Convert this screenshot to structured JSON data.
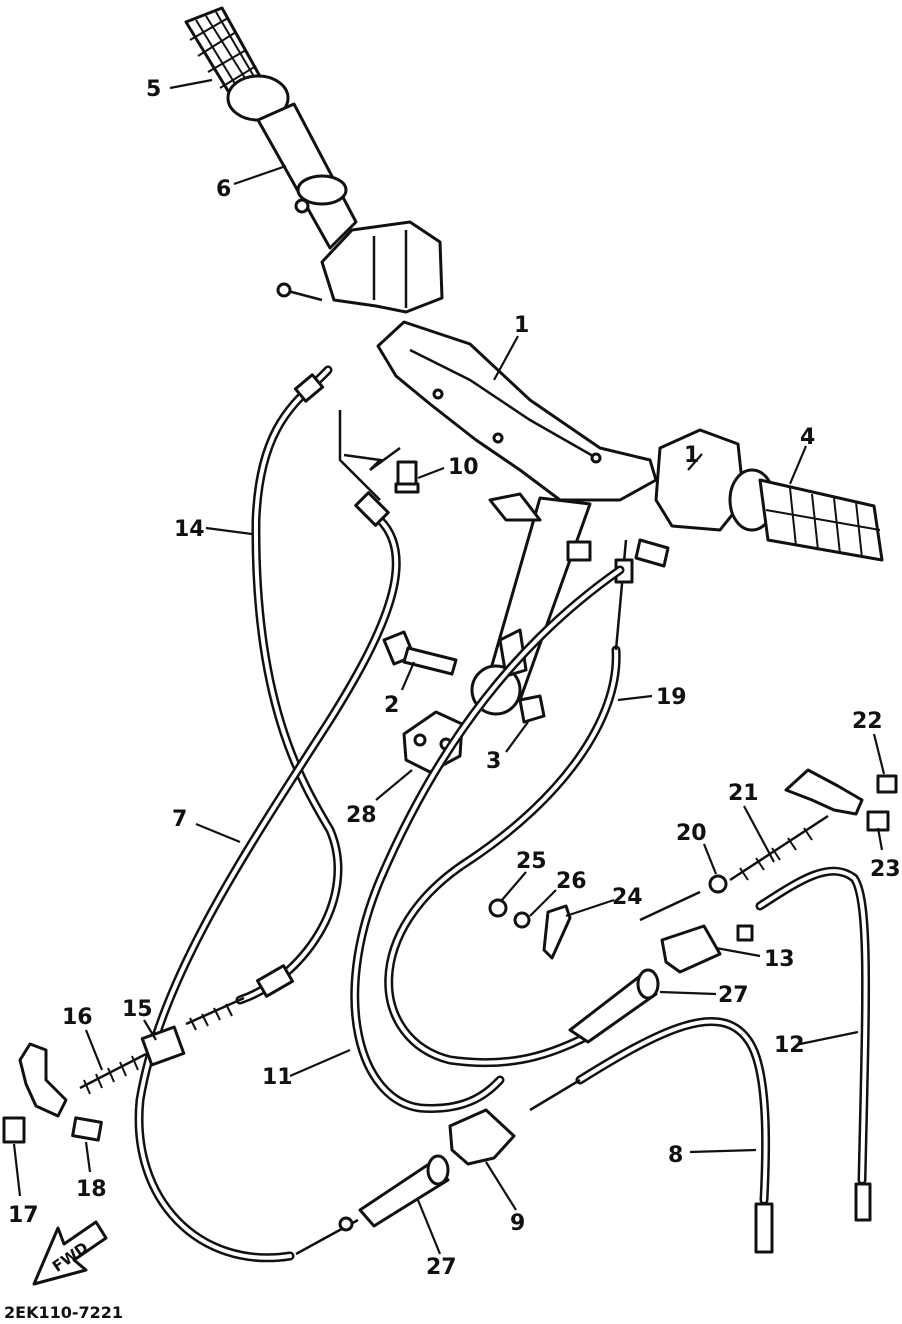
{
  "diagram": {
    "drawing_code": "2EK110-7221",
    "direction_marker": "FWD",
    "callouts": [
      {
        "id": "c5",
        "label": "5"
      },
      {
        "id": "c6",
        "label": "6"
      },
      {
        "id": "c1a",
        "label": "1"
      },
      {
        "id": "c1b",
        "label": "1"
      },
      {
        "id": "c4",
        "label": "4"
      },
      {
        "id": "c10",
        "label": "10"
      },
      {
        "id": "c14",
        "label": "14"
      },
      {
        "id": "c2",
        "label": "2"
      },
      {
        "id": "c3",
        "label": "3"
      },
      {
        "id": "c19",
        "label": "19"
      },
      {
        "id": "c22",
        "label": "22"
      },
      {
        "id": "c28",
        "label": "28"
      },
      {
        "id": "c7",
        "label": "7"
      },
      {
        "id": "c21",
        "label": "21"
      },
      {
        "id": "c20",
        "label": "20"
      },
      {
        "id": "c23",
        "label": "23"
      },
      {
        "id": "c25",
        "label": "25"
      },
      {
        "id": "c26",
        "label": "26"
      },
      {
        "id": "c24",
        "label": "24"
      },
      {
        "id": "c15",
        "label": "15"
      },
      {
        "id": "c13",
        "label": "13"
      },
      {
        "id": "c16",
        "label": "16"
      },
      {
        "id": "c27a",
        "label": "27"
      },
      {
        "id": "c12",
        "label": "12"
      },
      {
        "id": "c11",
        "label": "11"
      },
      {
        "id": "c17",
        "label": "17"
      },
      {
        "id": "c18",
        "label": "18"
      },
      {
        "id": "c8",
        "label": "8"
      },
      {
        "id": "c9",
        "label": "9"
      },
      {
        "id": "c27b",
        "label": "27"
      }
    ]
  }
}
